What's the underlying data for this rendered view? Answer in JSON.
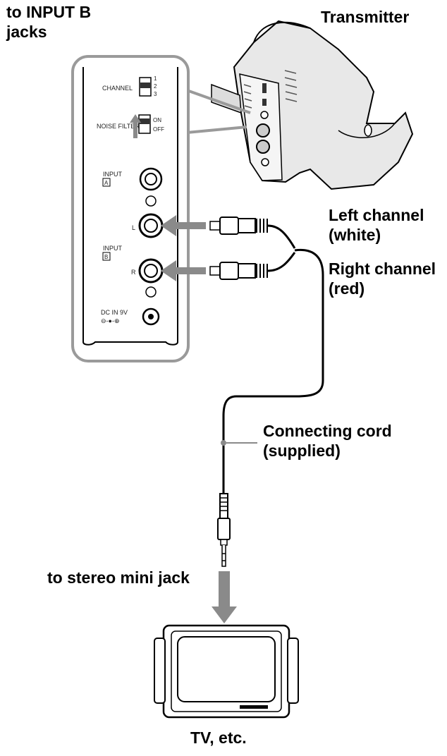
{
  "labels": {
    "input_b_line1": "to INPUT B",
    "input_b_line2": "jacks",
    "transmitter": "Transmitter",
    "left_channel_line1": "Left channel",
    "left_channel_line2": "(white)",
    "right_channel_line1": "Right channel",
    "right_channel_line2": "(red)",
    "cord_line1": "Connecting cord",
    "cord_line2": "(supplied)",
    "mini_jack": "to stereo mini jack",
    "tv": "TV, etc."
  },
  "panel": {
    "channel": "CHANNEL",
    "ch1": "1",
    "ch2": "2",
    "ch3": "3",
    "noise_filter": "NOISE FILTER",
    "on": "ON",
    "off": "OFF",
    "input_a": "INPUT",
    "input_a_letter": "A",
    "input_b": "INPUT",
    "input_b_letter": "B",
    "l": "L",
    "r": "R",
    "dc_in": "DC IN 9V",
    "dc_symbol": "⊖-●-⊕"
  },
  "colors": {
    "arrow": "#8a8a8a",
    "line": "#000000",
    "panel_border": "#9a9a9a"
  }
}
